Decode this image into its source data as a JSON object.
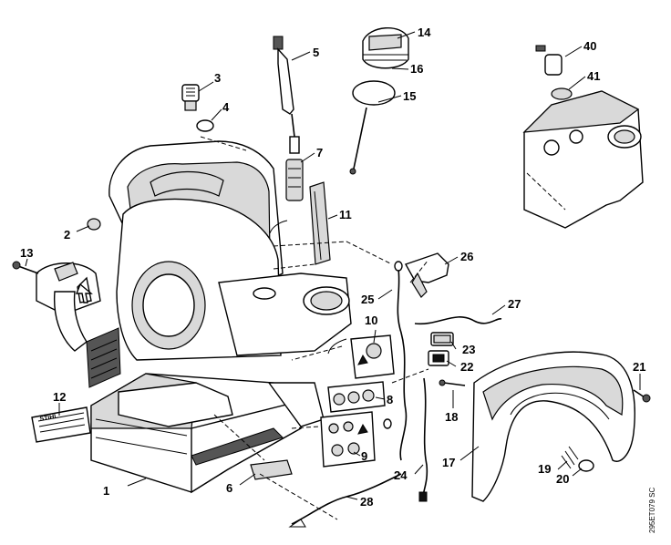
{
  "diagram": {
    "callouts": [
      {
        "id": "c1",
        "text": "1"
      },
      {
        "id": "c2",
        "text": "2"
      },
      {
        "id": "c3",
        "text": "3"
      },
      {
        "id": "c4",
        "text": "4"
      },
      {
        "id": "c5",
        "text": "5"
      },
      {
        "id": "c6",
        "text": "6"
      },
      {
        "id": "c7",
        "text": "7"
      },
      {
        "id": "c8",
        "text": "8"
      },
      {
        "id": "c9",
        "text": "9"
      },
      {
        "id": "c10",
        "text": "10"
      },
      {
        "id": "c11",
        "text": "11"
      },
      {
        "id": "c12",
        "text": "12"
      },
      {
        "id": "c13",
        "text": "13"
      },
      {
        "id": "c14",
        "text": "14"
      },
      {
        "id": "c15",
        "text": "15"
      },
      {
        "id": "c16",
        "text": "16"
      },
      {
        "id": "c17",
        "text": "17"
      },
      {
        "id": "c18",
        "text": "18"
      },
      {
        "id": "c19",
        "text": "19"
      },
      {
        "id": "c20",
        "text": "20"
      },
      {
        "id": "c21",
        "text": "21"
      },
      {
        "id": "c22",
        "text": "22"
      },
      {
        "id": "c23",
        "text": "23"
      },
      {
        "id": "c24",
        "text": "24"
      },
      {
        "id": "c25",
        "text": "25"
      },
      {
        "id": "c26",
        "text": "26"
      },
      {
        "id": "c27",
        "text": "27"
      },
      {
        "id": "c28",
        "text": "28"
      },
      {
        "id": "c40",
        "text": "40"
      },
      {
        "id": "c41",
        "text": "41"
      }
    ],
    "drawing_code": "295ET079 SC",
    "brand_mark": "STIHL"
  }
}
